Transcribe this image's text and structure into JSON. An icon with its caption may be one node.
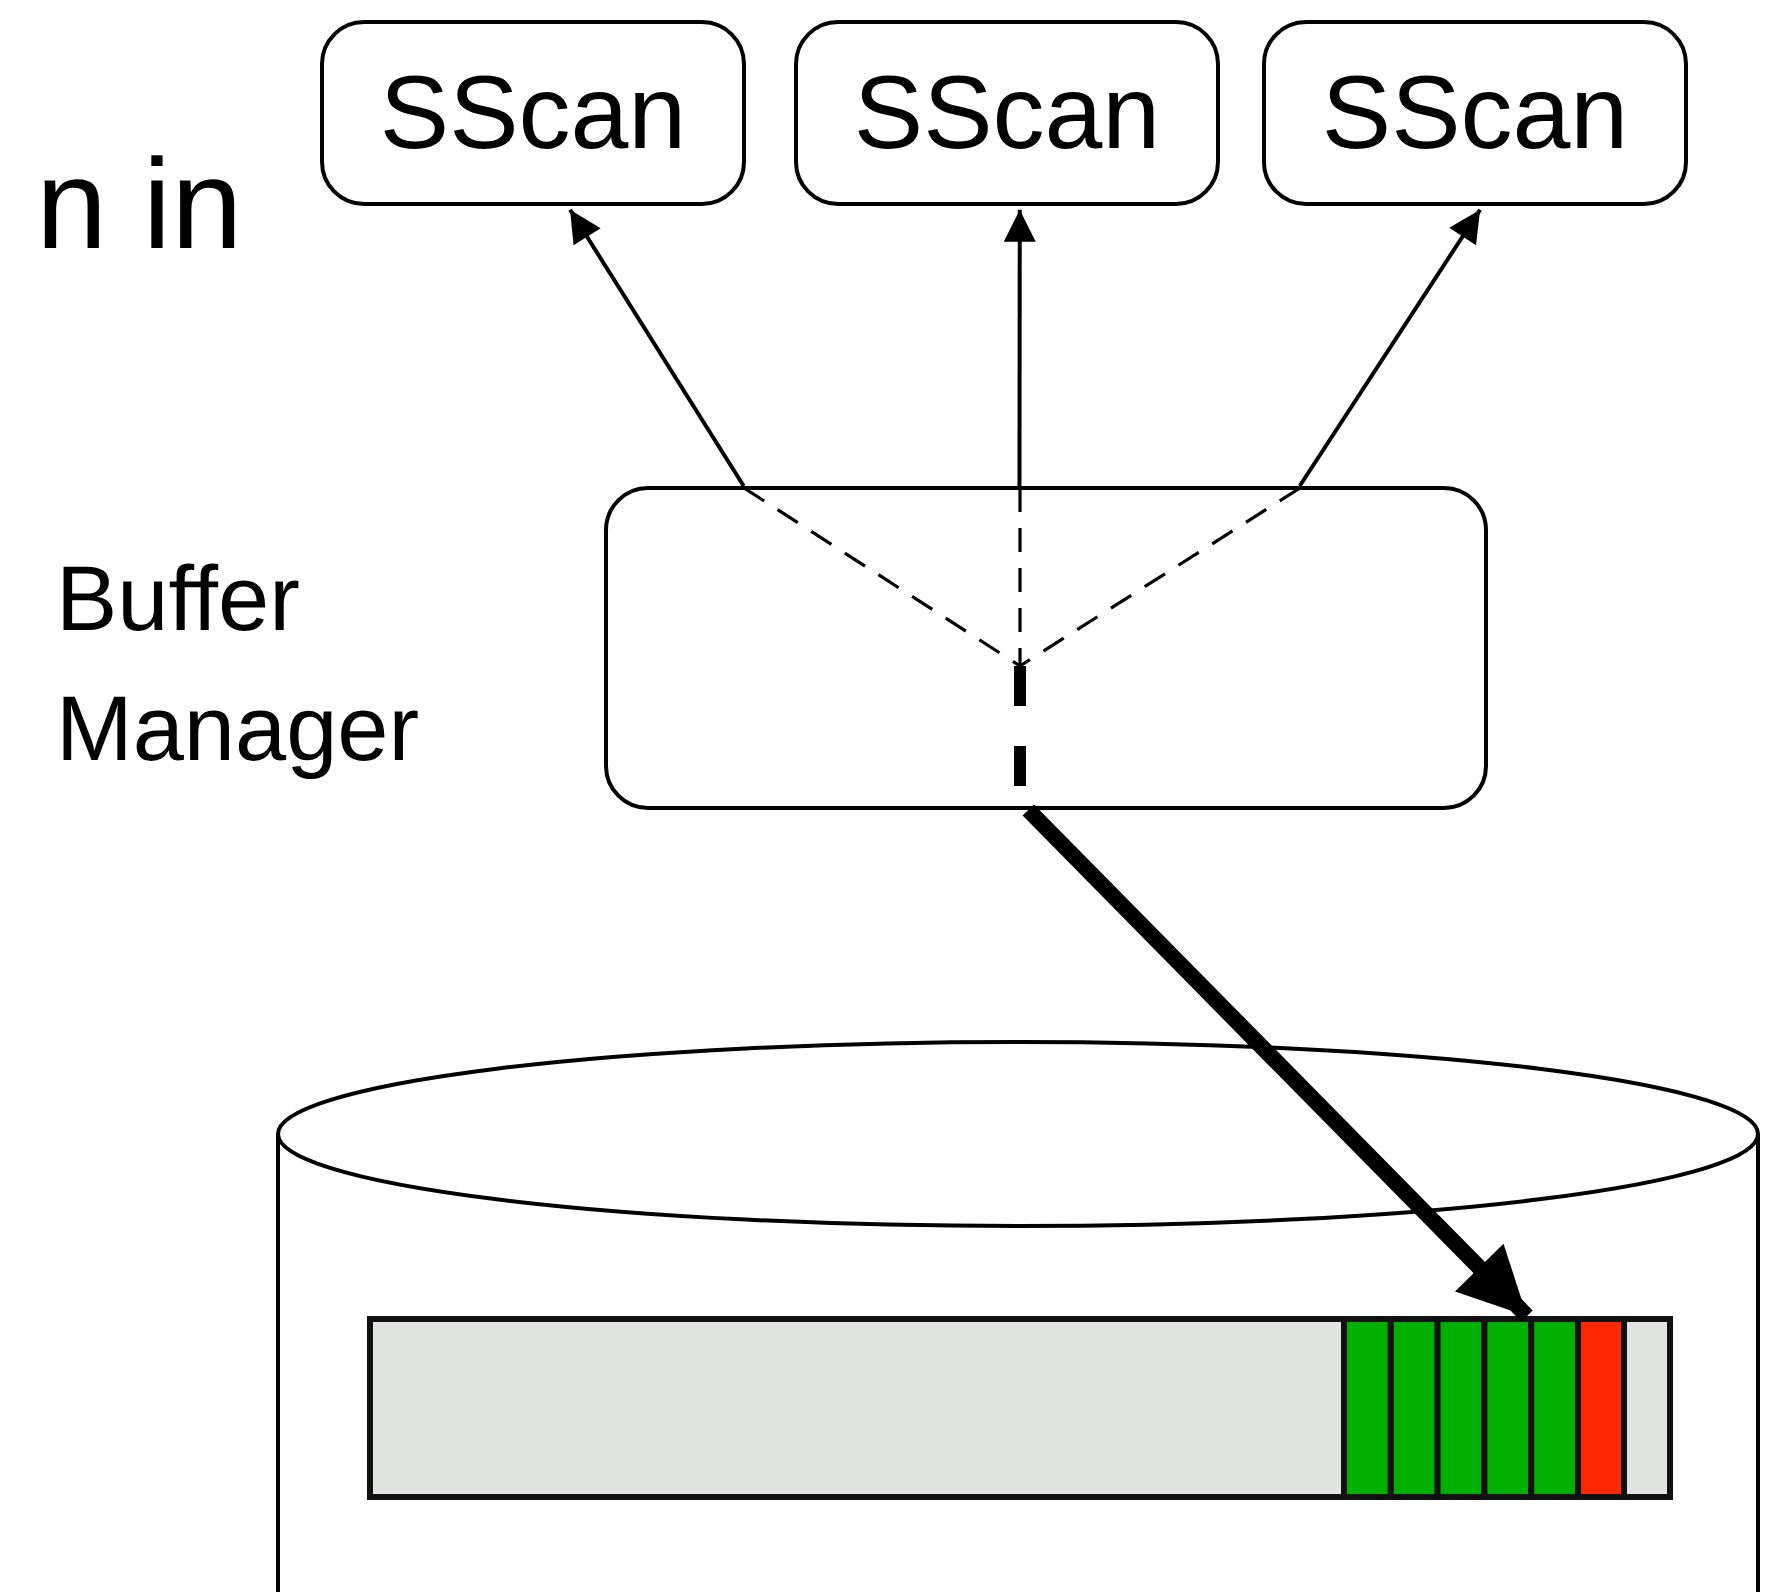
{
  "diagram": {
    "nodes": [
      {
        "text": [
          "SScan"
        ]
      },
      {
        "text": [
          "SScan"
        ]
      },
      {
        "text": [
          "SScan"
        ]
      },
      {
        "text": [
          "Buffer Manager"
        ]
      },
      {
        "text": [],
        "shape": "cylinder"
      },
      {
        "text": [],
        "shape": "bar",
        "in": 4
      }
    ],
    "edges": [
      {
        "from": 3,
        "to": 0,
        "arrow": "to"
      },
      {
        "from": 3,
        "to": 1,
        "arrow": "to"
      },
      {
        "from": 3,
        "to": 2,
        "arrow": "to"
      },
      {
        "from": 3,
        "to": 5,
        "arrow": "to",
        "style": "thick"
      }
    ],
    "labels": [
      "n in"
    ]
  }
}
